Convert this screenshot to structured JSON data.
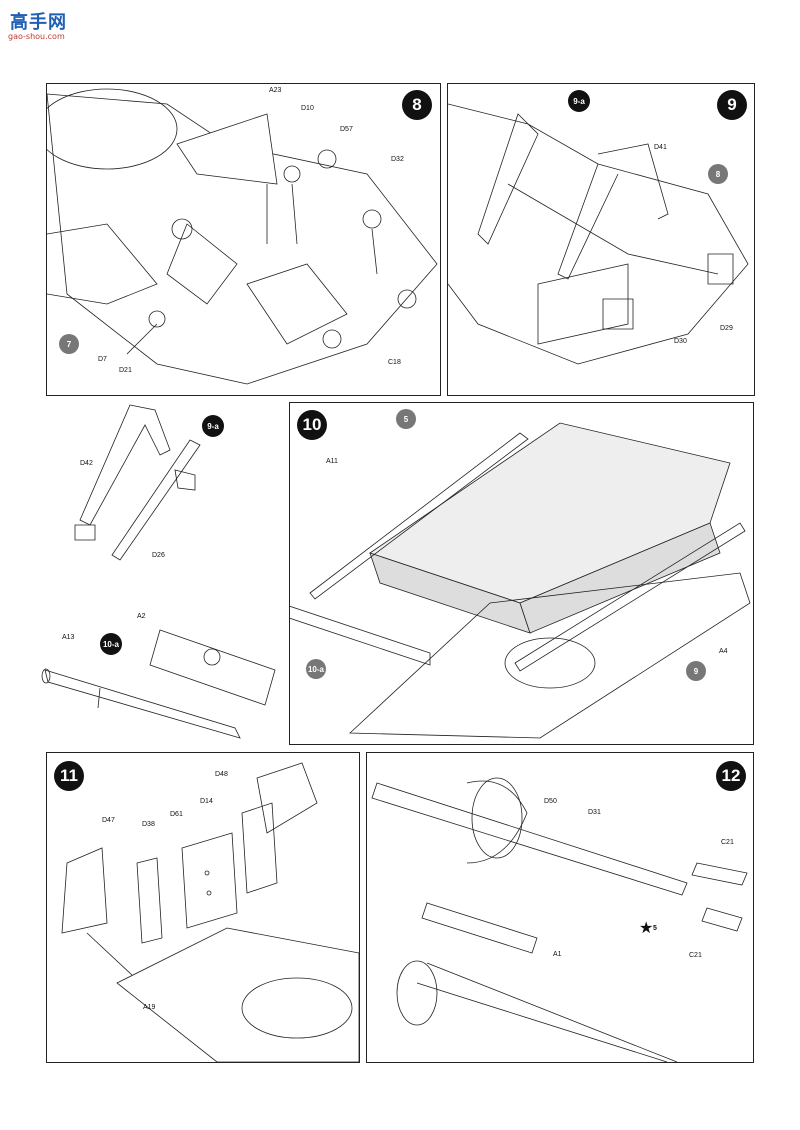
{
  "watermark": {
    "text": "高手网",
    "url": "gao-shou.com"
  },
  "steps": {
    "s8": {
      "number": "8",
      "ref": "7",
      "parts": [
        "A23",
        "D10",
        "D57",
        "D32",
        "D7",
        "D21",
        "C18"
      ]
    },
    "s9": {
      "number": "9",
      "ref": "8",
      "sub": "9-a",
      "parts": [
        "D41",
        "D29",
        "D30"
      ]
    },
    "s9a": {
      "sub": "9-a",
      "parts": [
        "D42",
        "D26"
      ]
    },
    "s10a": {
      "sub": "10-a",
      "parts": [
        "A2",
        "A13"
      ]
    },
    "s10": {
      "number": "10",
      "ref_top": "5",
      "ref_sub": "10-a",
      "ref_bottom": "9",
      "parts": [
        "A11",
        "A4"
      ]
    },
    "s11": {
      "number": "11",
      "parts": [
        "D48",
        "D47",
        "D38",
        "D61",
        "D14",
        "A19"
      ]
    },
    "s12": {
      "number": "12",
      "parts": [
        "D50",
        "D31",
        "C21",
        "C21",
        "A1"
      ],
      "star": "5"
    }
  }
}
